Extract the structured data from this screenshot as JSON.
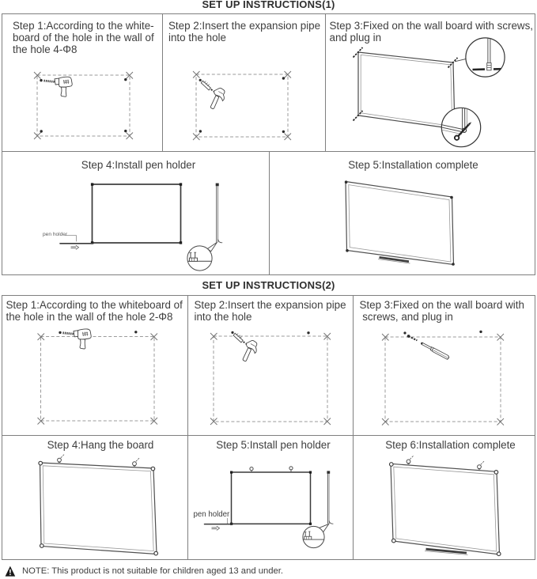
{
  "section1": {
    "title": "SET UP INSTRUCTIONS(1)",
    "step1": {
      "line1": "Step 1:According to the white-",
      "line2": "board of the hole in the wall of",
      "line3": "the hole 4-Φ8"
    },
    "step2": {
      "line1": "Step 2:Insert the expansion pipe",
      "line2": "into the hole"
    },
    "step3": {
      "line1": "Step 3:Fixed on the wall board with screws,",
      "line2": "and plug in"
    },
    "step4": {
      "title": "Step 4:Install pen holder",
      "pen_holder_label": "pen holder"
    },
    "step5": {
      "title": "Step 5:Installation complete"
    }
  },
  "section2": {
    "title": "SET UP INSTRUCTIONS(2)",
    "step1": {
      "line1": "Step 1:According to the whiteboard of",
      "line2": "the hole in the wall of the hole 2-Φ8"
    },
    "step2": {
      "line1": "Step 2:Insert the expansion pipe",
      "line2": "into the hole"
    },
    "step3": {
      "line1": "Step 3:Fixed on the wall board with",
      "line2": " screws, and plug in"
    },
    "step4": {
      "title": "Step 4:Hang the board"
    },
    "step5": {
      "title": "Step 5:Install pen holder",
      "pen_holder_label": "pen holder"
    },
    "step6": {
      "title": "Step 6:Installation complete"
    }
  },
  "note": {
    "icon": "warning-triangle-icon",
    "text": "NOTE: This product is not suitable for children aged 13 and under."
  },
  "colors": {
    "background": "#ffffff",
    "border": "#7f7f7f",
    "text": "#3e3e3e",
    "line_art": "#3f3f3f",
    "dashed_line": "#9b9b9b",
    "note_icon": "#1a1a1a"
  }
}
